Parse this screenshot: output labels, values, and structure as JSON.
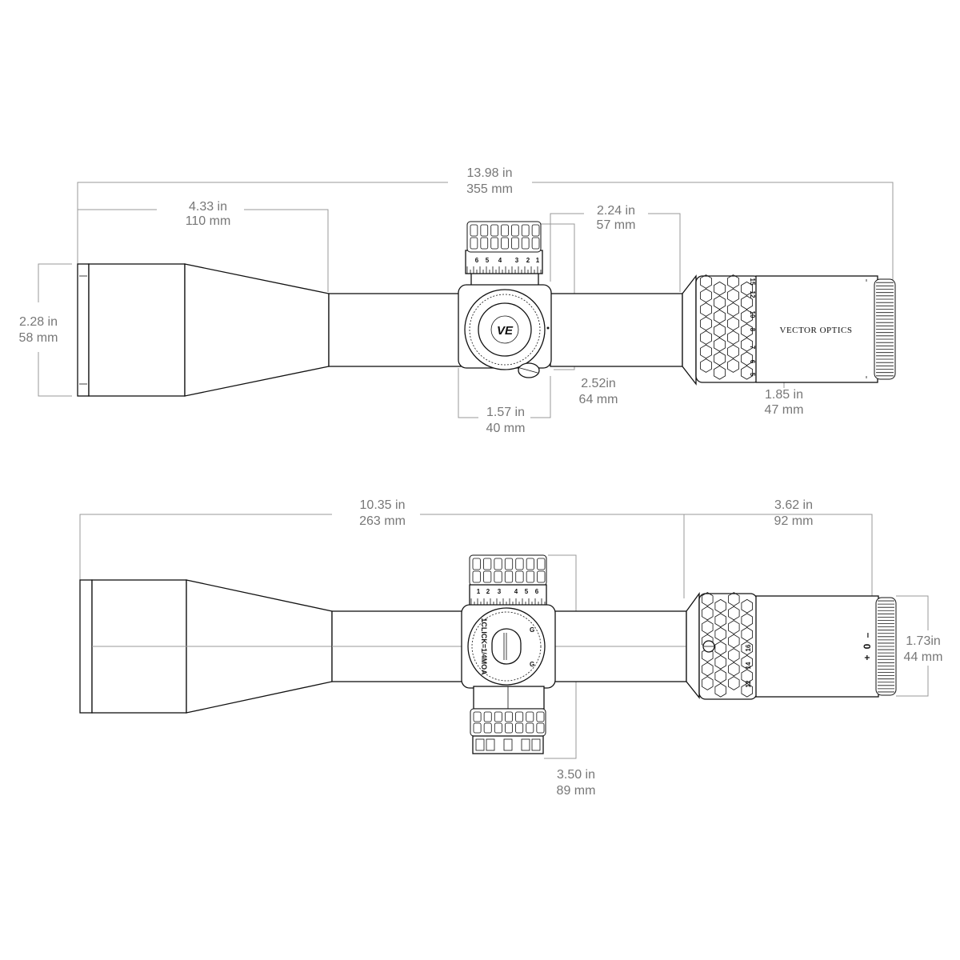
{
  "top_view": {
    "overall_length": {
      "in": "13.98 in",
      "mm": "355 mm"
    },
    "objective_bell_length": {
      "in": "4.33 in",
      "mm": "110 mm"
    },
    "eyepiece_length": {
      "in": "2.24 in",
      "mm": "57 mm"
    },
    "objective_diameter": {
      "in": "2.28 in",
      "mm": "58 mm"
    },
    "turret_width": {
      "in": "1.57 in",
      "mm": "40 mm"
    },
    "turret_height": {
      "in": "2.52in",
      "mm": "64 mm"
    },
    "ocular_diameter": {
      "in": "1.85 in",
      "mm": "47 mm"
    },
    "brand_text": "VECTOR OPTICS",
    "magnification_marks": [
      "5",
      "6",
      "7",
      "8",
      "10",
      "12",
      "15"
    ],
    "turret_marks": [
      "6",
      "5",
      "4",
      "3",
      "2",
      "1"
    ]
  },
  "side_view": {
    "tube_to_ring_length": {
      "in": "10.35 in",
      "mm": "263 mm"
    },
    "eyepiece_length": {
      "in": "3.62 in",
      "mm": "92 mm"
    },
    "eyepiece_diameter": {
      "in": "1.73in",
      "mm": "44 mm"
    },
    "turret_total_height": {
      "in": "3.50 in",
      "mm": "89 mm"
    },
    "windage_text": "1CLICK=1/4MOA",
    "magnification_marks": [
      "12",
      "14",
      "16"
    ],
    "diopter_marks": [
      "+",
      "0",
      "–"
    ]
  },
  "colors": {
    "line": "#111111",
    "dimension": "#999999",
    "text": "#777777"
  }
}
